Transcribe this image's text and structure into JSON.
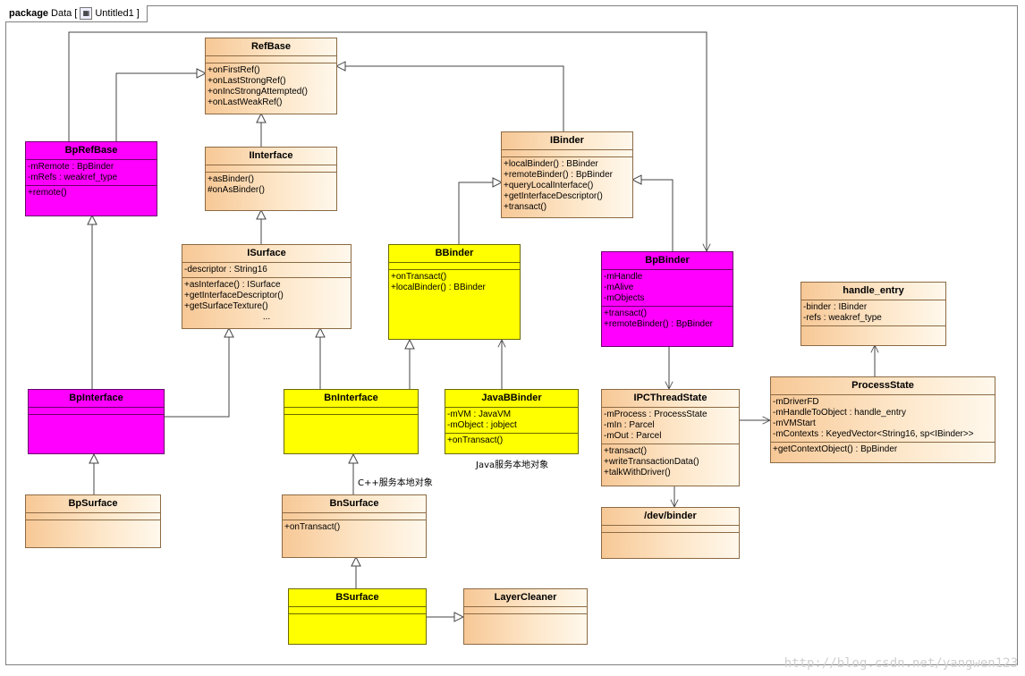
{
  "package": {
    "keyword": "package",
    "name": "Data",
    "diagram": "Untitled1"
  },
  "classes": {
    "RefBase": {
      "name": "RefBase",
      "attributes": [],
      "operations": [
        "+onFirstRef()",
        "+onLastStrongRef()",
        "+onIncStrongAttempted()",
        "+onLastWeakRef()"
      ]
    },
    "IInterface": {
      "name": "IInterface",
      "attributes": [],
      "operations": [
        "+asBinder()",
        "#onAsBinder()"
      ]
    },
    "BpRefBase": {
      "name": "BpRefBase",
      "attributes": [
        "-mRemote : BpBinder",
        "-mRefs : weakref_type"
      ],
      "operations": [
        "+remote()"
      ]
    },
    "IBinder": {
      "name": "IBinder",
      "attributes": [],
      "operations": [
        "+localBinder() : BBinder",
        "+remoteBinder() : BpBinder",
        "+queryLocalInterface()",
        "+getInterfaceDescriptor()",
        "+transact()"
      ]
    },
    "ISurface": {
      "name": "ISurface",
      "attributes": [
        "-descriptor : String16"
      ],
      "operations": [
        "+asInterface() : ISurface",
        "+getInterfaceDescriptor()",
        "+getSurfaceTexture()",
        "..."
      ]
    },
    "BBinder": {
      "name": "BBinder",
      "attributes": [],
      "operations": [
        "+onTransact()",
        "+localBinder() : BBinder"
      ]
    },
    "BpBinder": {
      "name": "BpBinder",
      "attributes": [
        "-mHandle",
        "-mAlive",
        "-mObjects"
      ],
      "operations": [
        "+transact()",
        "+remoteBinder() : BpBinder"
      ]
    },
    "handle_entry": {
      "name": "handle_entry",
      "attributes": [
        "-binder : IBinder",
        "-refs : weakref_type"
      ],
      "operations": []
    },
    "BpInterface": {
      "name": "BpInterface",
      "attributes": [],
      "operations": []
    },
    "BnInterface": {
      "name": "BnInterface",
      "attributes": [],
      "operations": []
    },
    "JavaBBinder": {
      "name": "JavaBBinder",
      "attributes": [
        "-mVM : JavaVM",
        "-mObject : jobject"
      ],
      "operations": [
        "+onTransact()"
      ]
    },
    "IPCThreadState": {
      "name": "IPCThreadState",
      "attributes": [
        "-mProcess : ProcessState",
        "-mIn : Parcel",
        "-mOut : Parcel"
      ],
      "operations": [
        "+transact()",
        "+writeTransactionData()",
        "+talkWithDriver()"
      ]
    },
    "ProcessState": {
      "name": "ProcessState",
      "attributes": [
        "-mDriverFD",
        "-mHandleToObject : handle_entry",
        "-mVMStart",
        "-mContexts : KeyedVector<String16, sp<IBinder>>"
      ],
      "operations": [
        "+getContextObject() : BpBinder"
      ]
    },
    "BpSurface": {
      "name": "BpSurface",
      "attributes": [],
      "operations": []
    },
    "BnSurface": {
      "name": "BnSurface",
      "attributes": [],
      "operations": [
        "+onTransact()"
      ]
    },
    "dev_binder": {
      "name": "/dev/binder",
      "attributes": [],
      "operations": []
    },
    "BSurface": {
      "name": "BSurface",
      "attributes": [],
      "operations": []
    },
    "LayerCleaner": {
      "name": "LayerCleaner",
      "attributes": [],
      "operations": []
    }
  },
  "notes": {
    "java_local": "Java服务本地对象",
    "cpp_local": "C++服务本地对象"
  },
  "watermark": "http://blog.csdn.net/yangwen123",
  "colors": {
    "interface": "#ff00ff",
    "native": "#ffff00",
    "line": "#444444"
  }
}
